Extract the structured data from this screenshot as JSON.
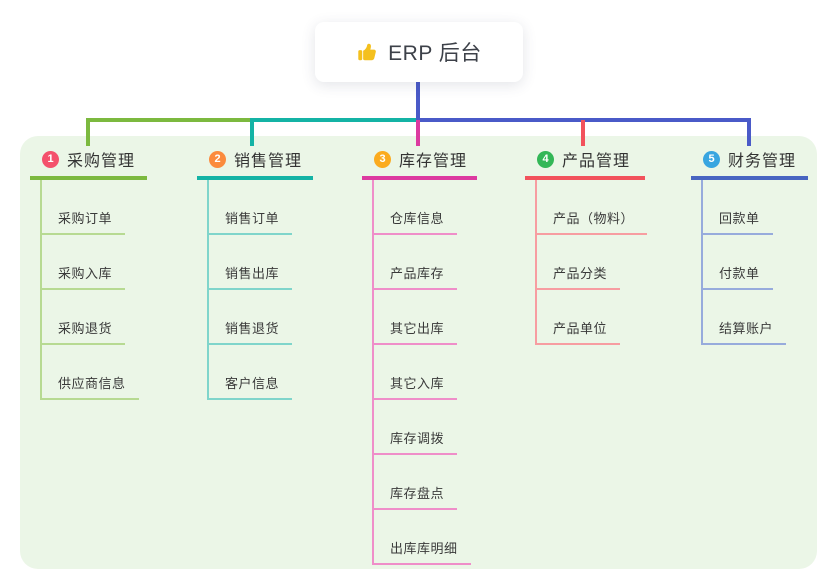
{
  "theme": {
    "canvas_bg": "#ffffff",
    "panel_bg": "#ebf6e7",
    "connector_blue": "#4a5ac8",
    "title_color": "#3d4149",
    "thumb_icon_color": "#f4c01e"
  },
  "root": {
    "icon": "thumbs-up-icon",
    "title": "ERP 后台"
  },
  "branches": [
    {
      "index": "1",
      "label": "采购管理",
      "badge_color": "#f4516c",
      "line_color": "#7cb93f",
      "child_line_color": "#b7da92",
      "children": [
        "采购订单",
        "采购入库",
        "采购退货",
        "供应商信息"
      ]
    },
    {
      "index": "2",
      "label": "销售管理",
      "badge_color": "#fb8b3d",
      "line_color": "#14b3a5",
      "child_line_color": "#7fd5cb",
      "children": [
        "销售订单",
        "销售出库",
        "销售退货",
        "客户信息"
      ]
    },
    {
      "index": "3",
      "label": "库存管理",
      "badge_color": "#fbab1f",
      "line_color": "#dc3aa0",
      "child_line_color": "#ef8ec9",
      "children": [
        "仓库信息",
        "产品库存",
        "其它出库",
        "其它入库",
        "库存调拨",
        "库存盘点",
        "出库库明细"
      ]
    },
    {
      "index": "4",
      "label": "产品管理",
      "badge_color": "#33b757",
      "line_color": "#f2525c",
      "child_line_color": "#f79da1",
      "children": [
        "产品（物料）",
        "产品分类",
        "产品单位"
      ]
    },
    {
      "index": "5",
      "label": "财务管理",
      "badge_color": "#38a5e0",
      "line_color": "#4865c1",
      "child_line_color": "#97abdc",
      "children": [
        "回款单",
        "付款单",
        "结算账户"
      ]
    }
  ]
}
